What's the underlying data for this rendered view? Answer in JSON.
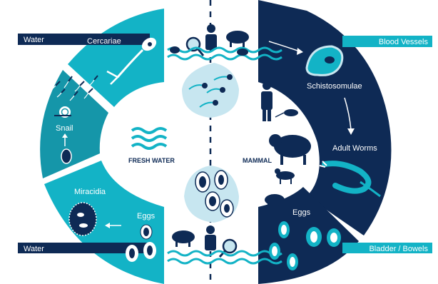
{
  "labels": {
    "water_top": "Water",
    "water_bottom": "Water",
    "blood_vessels": "Blood Vessels",
    "bladder_bowels": "Bladder / Bowels",
    "cercariae": "Cercariae",
    "snail": "Snail",
    "miracidia": "Miracidia",
    "eggs_left": "Eggs",
    "schistosomulae": "Schistosomulae",
    "adult_worms": "Adult Worms",
    "eggs_right": "Eggs",
    "fresh_water": "FRESH WATER",
    "mammal": "MAMMAL"
  },
  "colors": {
    "dark_navy": "#0e2a55",
    "cyan": "#13b3c6",
    "mid_teal": "#1596a9",
    "light_blue": "#c7e6f0"
  }
}
